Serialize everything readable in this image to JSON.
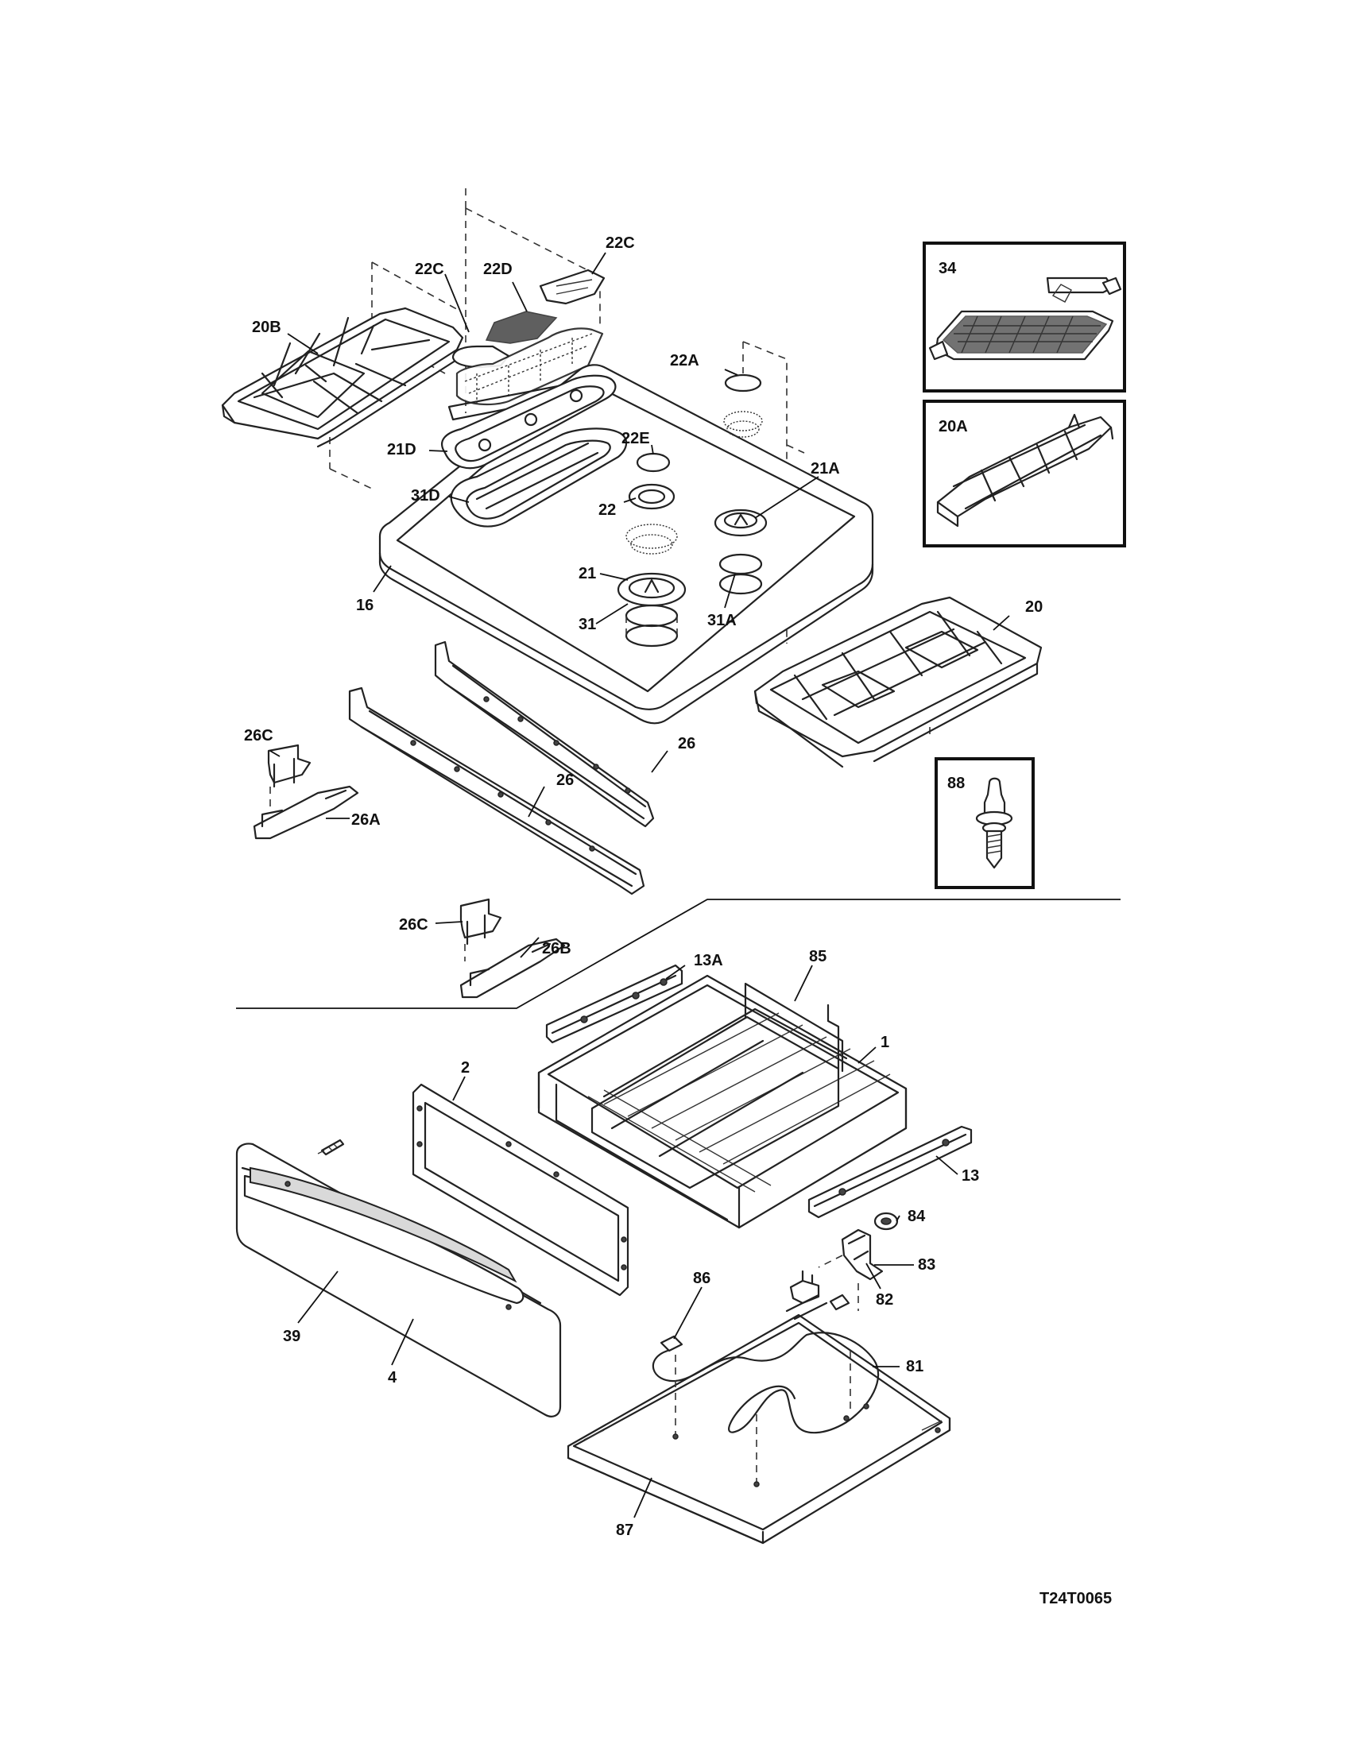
{
  "diagram_code": "T24T0065",
  "callouts": {
    "c34": "34",
    "c20A": "20A",
    "c88": "88",
    "c22C_left": "22C",
    "c22D": "22D",
    "c22C_right": "22C",
    "c20B": "20B",
    "c22A": "22A",
    "c22E": "22E",
    "c21A": "21A",
    "c21D": "21D",
    "c31D": "31D",
    "c22": "22",
    "c21": "21",
    "c31": "31",
    "c31A": "31A",
    "c16": "16",
    "c20": "20",
    "c26C_top": "26C",
    "c26A": "26A",
    "c26_left": "26",
    "c26_right": "26",
    "c26C_bottom": "26C",
    "c26B": "26B",
    "c13A": "13A",
    "c85": "85",
    "c1": "1",
    "c2": "2",
    "c13": "13",
    "c84": "84",
    "c83": "83",
    "c82": "82",
    "c86": "86",
    "c81": "81",
    "c39": "39",
    "c4": "4",
    "c87": "87"
  }
}
